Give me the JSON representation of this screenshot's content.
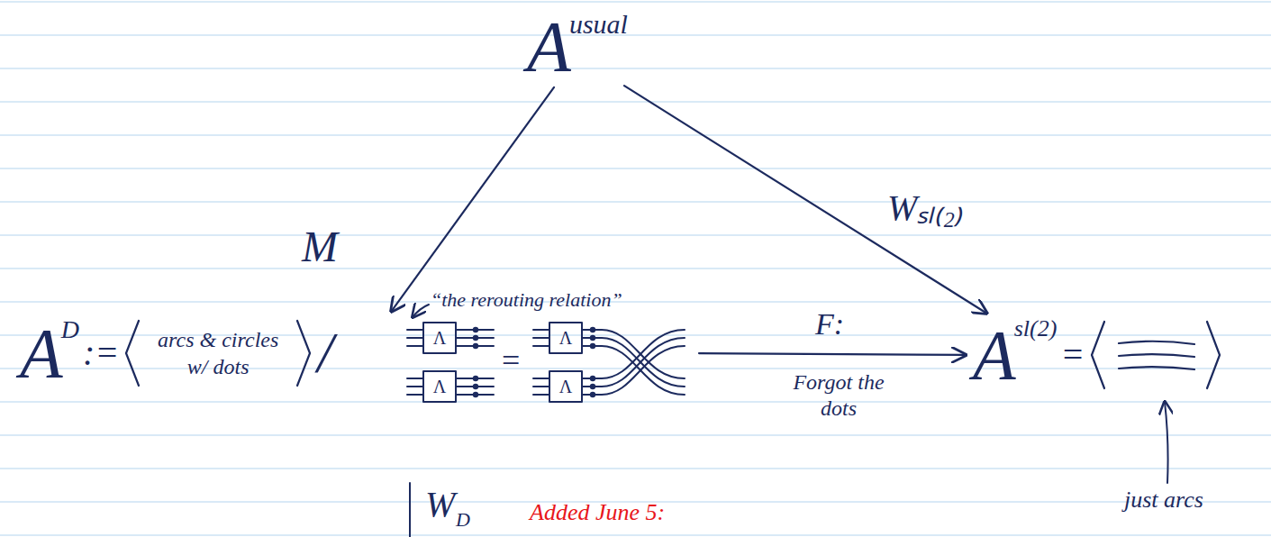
{
  "diagram": {
    "nodes": [
      {
        "text": [
          "A",
          "usual"
        ]
      },
      {
        "text": [
          "A",
          "D",
          ":=",
          "arcs & circles w/ dots",
          "/"
        ]
      },
      {
        "text": [
          "A",
          "sl(2)",
          "="
        ]
      }
    ],
    "edges": [
      {
        "from": 0,
        "to": 1,
        "arrow": "to",
        "label": "M"
      },
      {
        "from": 0,
        "to": 2,
        "arrow": "to",
        "label": "Wₛₗ₍₂₎"
      },
      {
        "from": 1,
        "to": 2,
        "arrow": "to",
        "label": "F:"
      }
    ],
    "labels": [
      "“the rerouting relation”",
      "Λ",
      "Λ",
      "=",
      "Λ",
      "Λ",
      "Forgot the dots",
      "just arcs",
      "W",
      "D",
      "Added June 5:"
    ]
  }
}
